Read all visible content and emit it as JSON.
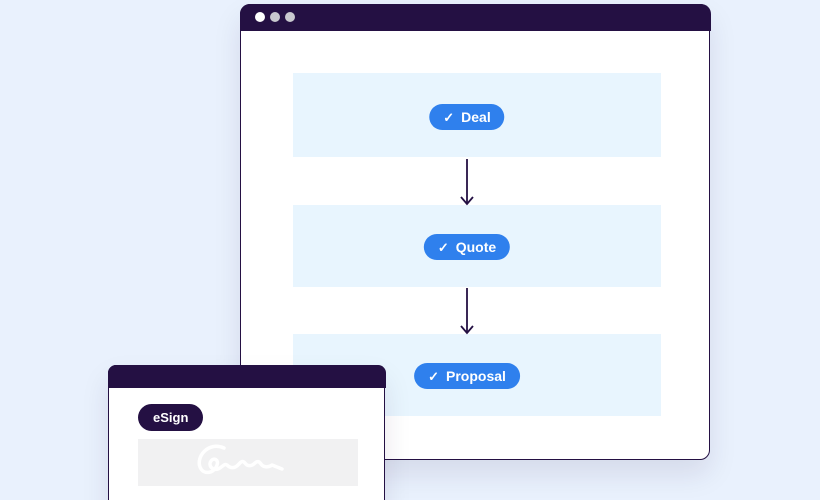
{
  "background_color": "#e9f1fd",
  "colors": {
    "accent_blue": "#2f80ed",
    "dark_purple": "#241043",
    "band_blue": "#e8f5fe",
    "signature_box_gray": "#f1f1f2",
    "dot_white": "#ffffff",
    "dot_gray": "#c9c9cf"
  },
  "icons": {
    "check": "✓",
    "arrow": "arrow-down-icon",
    "signature": "signature-scribble-icon"
  },
  "main_window": {
    "kind": "browser-window",
    "traffic_dots_count": 3,
    "stages": [
      {
        "label": "Deal"
      },
      {
        "label": "Quote"
      },
      {
        "label": "Proposal"
      }
    ]
  },
  "esign_window": {
    "kind": "modal-window",
    "badge_label": "eSign"
  }
}
